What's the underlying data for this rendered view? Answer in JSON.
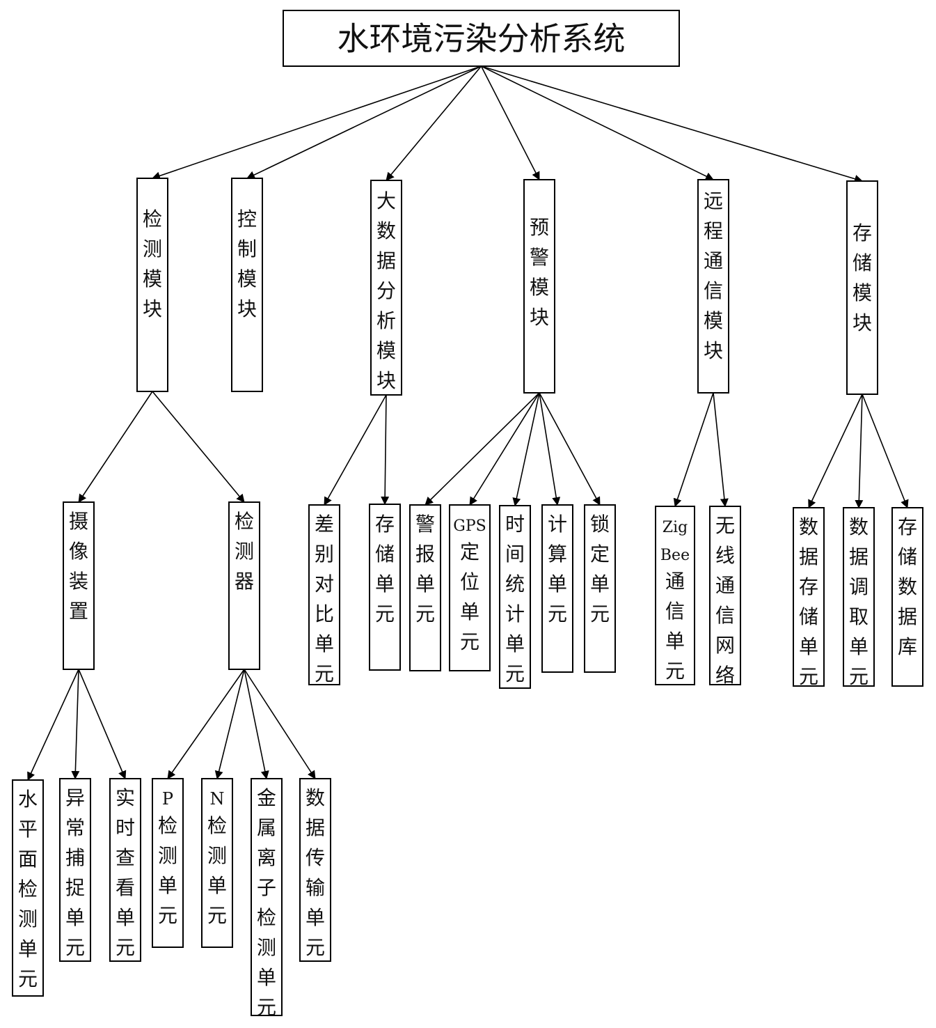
{
  "title": "水环境污染分析系统",
  "nodes": {
    "root": "水环境污染分析系统",
    "detect_module": "检测模块",
    "control_module": "控制模块",
    "bigdata_module": "大数据分析模块",
    "warning_module": "预警模块",
    "remote_module": "远程通信模块",
    "storage_module": "存储模块",
    "camera": "摄像装置",
    "detector": "检测器",
    "diff_unit": "差别对比单元",
    "storage_unit": "存储单元",
    "alarm_unit": "警报单元",
    "gps_unit": "GPS定位单元",
    "time_unit": "时间统计单元",
    "calc_unit": "计算单元",
    "lock_unit": "锁定单元",
    "zigbee_unit": "ZigBee通信单元",
    "wireless_net": "无线通信网络",
    "data_store_unit": "数据存储单元",
    "data_fetch_unit": "数据调取单元",
    "storage_db": "存储数据库",
    "level_unit": "水平面检测单元",
    "abnormal_unit": "异常捕捉单元",
    "realtime_unit": "实时查看单元",
    "p_unit": "P检测单元",
    "n_unit": "N检测单元",
    "metal_unit": "金属离子检测单元",
    "transfer_unit": "数据传输单元"
  },
  "edges": [
    [
      "root",
      "detect_module"
    ],
    [
      "root",
      "control_module"
    ],
    [
      "root",
      "bigdata_module"
    ],
    [
      "root",
      "warning_module"
    ],
    [
      "root",
      "remote_module"
    ],
    [
      "root",
      "storage_module"
    ],
    [
      "detect_module",
      "camera"
    ],
    [
      "detect_module",
      "detector"
    ],
    [
      "bigdata_module",
      "diff_unit"
    ],
    [
      "bigdata_module",
      "storage_unit"
    ],
    [
      "warning_module",
      "alarm_unit"
    ],
    [
      "warning_module",
      "gps_unit"
    ],
    [
      "warning_module",
      "time_unit"
    ],
    [
      "warning_module",
      "calc_unit"
    ],
    [
      "warning_module",
      "lock_unit"
    ],
    [
      "remote_module",
      "zigbee_unit"
    ],
    [
      "remote_module",
      "wireless_net"
    ],
    [
      "storage_module",
      "data_store_unit"
    ],
    [
      "storage_module",
      "data_fetch_unit"
    ],
    [
      "storage_module",
      "storage_db"
    ],
    [
      "camera",
      "level_unit"
    ],
    [
      "camera",
      "abnormal_unit"
    ],
    [
      "camera",
      "realtime_unit"
    ],
    [
      "detector",
      "p_unit"
    ],
    [
      "detector",
      "n_unit"
    ],
    [
      "detector",
      "metal_unit"
    ],
    [
      "detector",
      "transfer_unit"
    ]
  ]
}
